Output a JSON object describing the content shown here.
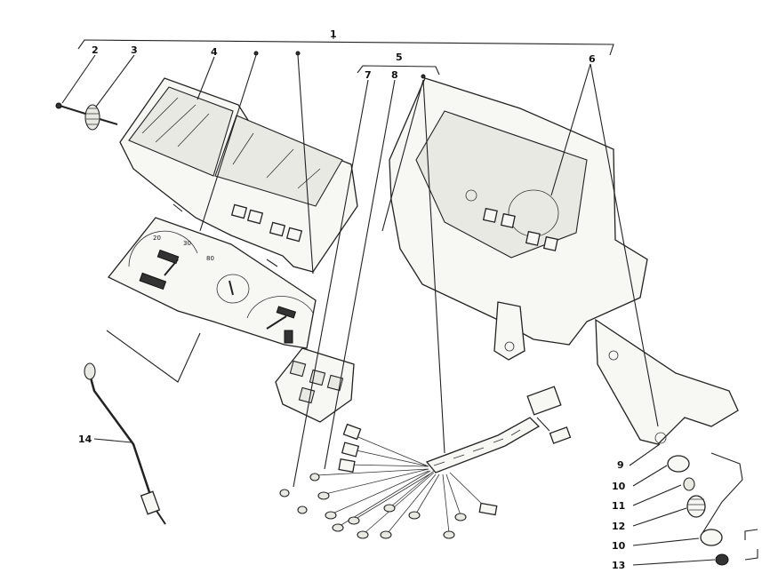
{
  "labels": {
    "l1": "1",
    "l2": "2",
    "l3": "3",
    "l4": "4",
    "l5": "5",
    "l6": "6",
    "l7": "7",
    "l8": "8",
    "l9": "9",
    "l10a": "10",
    "l10b": "10",
    "l11": "11",
    "l12": "12",
    "l13": "13",
    "l14": "14"
  },
  "dial_text": {
    "gauge_low": "20",
    "gauge_mid": "30",
    "gauge_right": "80"
  }
}
